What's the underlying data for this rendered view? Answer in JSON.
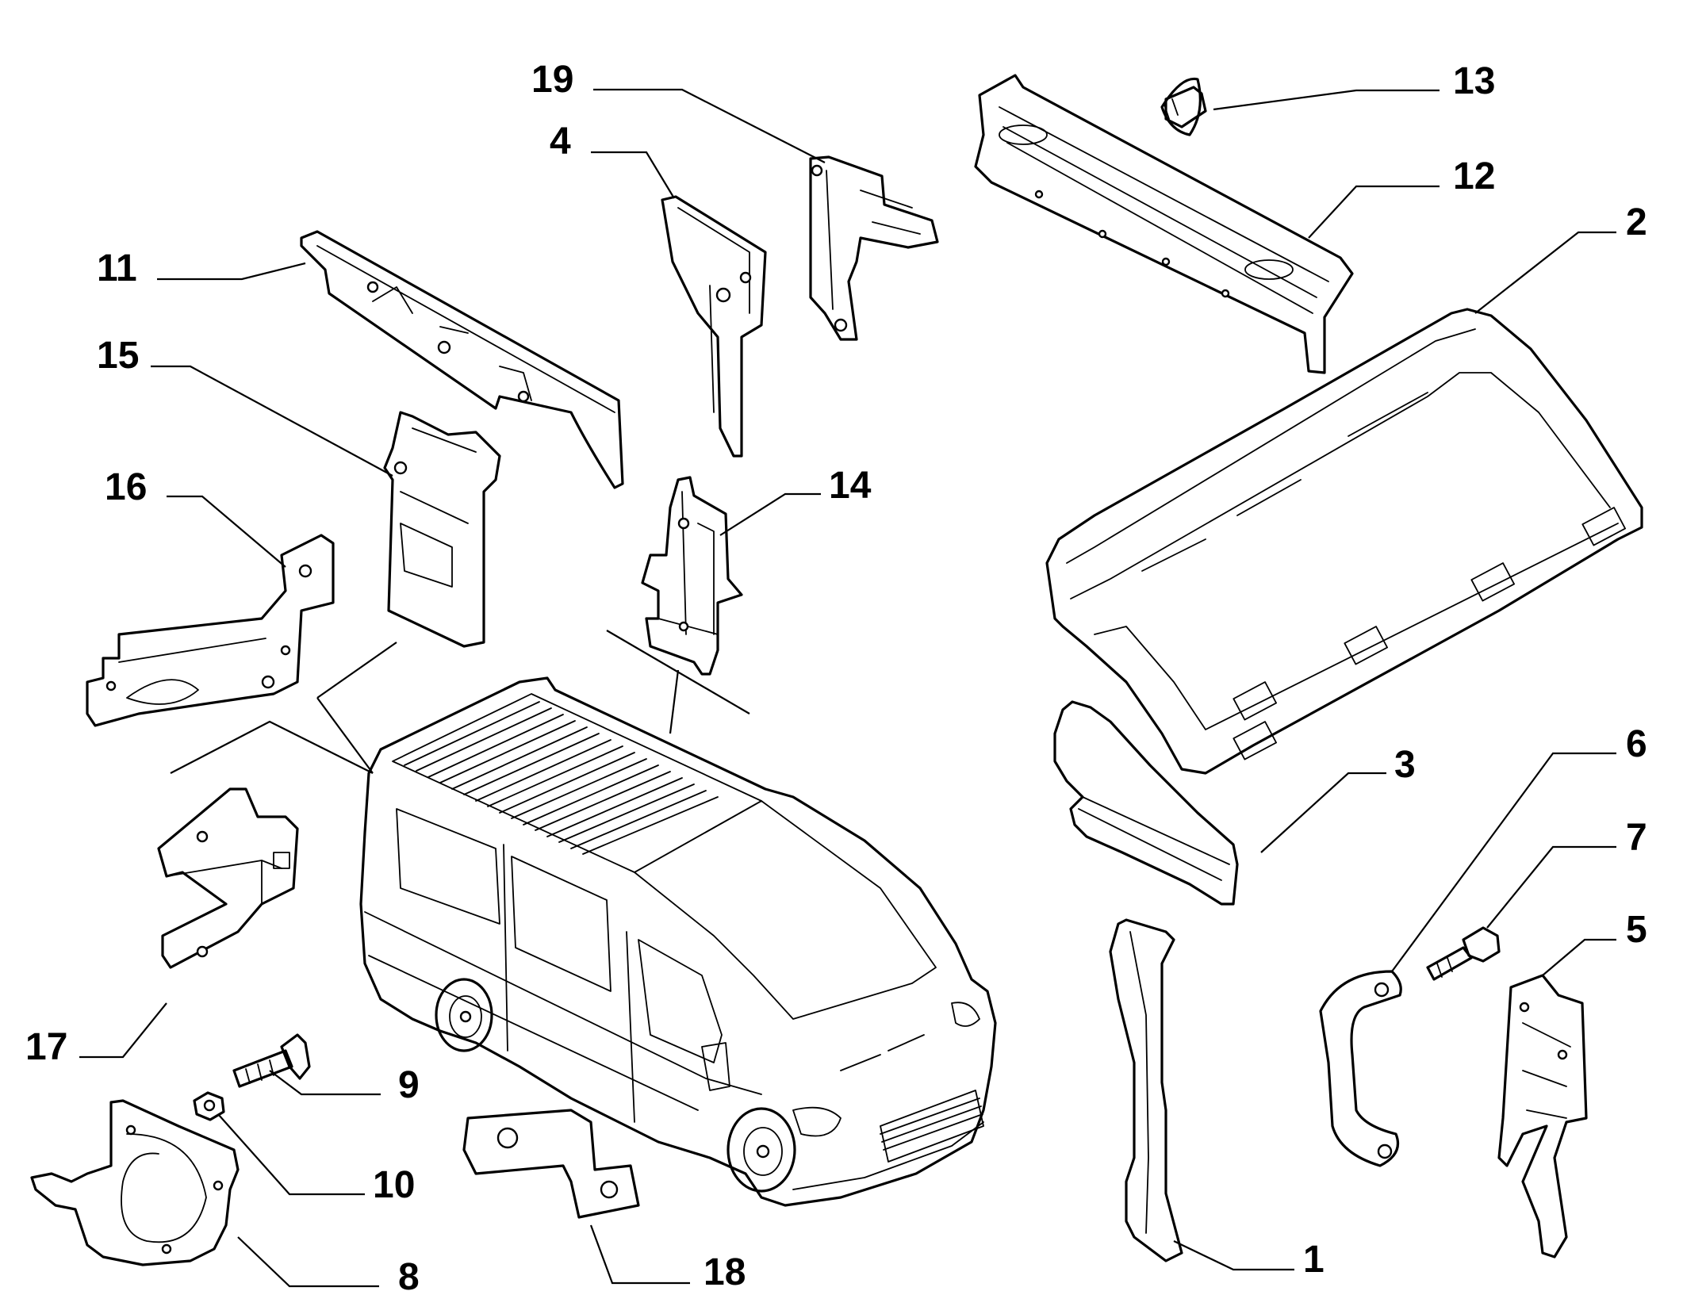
{
  "diagram": {
    "callouts": [
      {
        "id": "c19",
        "label": "19"
      },
      {
        "id": "c4",
        "label": "4"
      },
      {
        "id": "c11",
        "label": "11"
      },
      {
        "id": "c15",
        "label": "15"
      },
      {
        "id": "c16",
        "label": "16"
      },
      {
        "id": "c14",
        "label": "14"
      },
      {
        "id": "c17",
        "label": "17"
      },
      {
        "id": "c9",
        "label": "9"
      },
      {
        "id": "c10",
        "label": "10"
      },
      {
        "id": "c8",
        "label": "8"
      },
      {
        "id": "c18",
        "label": "18"
      },
      {
        "id": "c13",
        "label": "13"
      },
      {
        "id": "c12",
        "label": "12"
      },
      {
        "id": "c2",
        "label": "2"
      },
      {
        "id": "c3",
        "label": "3"
      },
      {
        "id": "c6",
        "label": "6"
      },
      {
        "id": "c7",
        "label": "7"
      },
      {
        "id": "c5",
        "label": "5"
      },
      {
        "id": "c1",
        "label": "1"
      }
    ]
  }
}
